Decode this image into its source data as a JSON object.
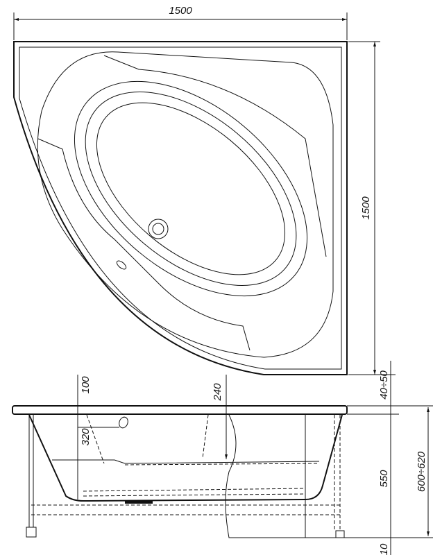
{
  "title": "Corner bathtub technical drawing",
  "dimensions": {
    "top_width": "1500",
    "right_depth": "1500",
    "rim_offset": "40÷50",
    "overflow_from_rim": "100",
    "overflow_height": "320",
    "inner_depth": "240",
    "body_height": "550",
    "total_height": "600÷620",
    "leg_adjust": "10"
  },
  "colors": {
    "line": "#111111",
    "background": "#ffffff"
  }
}
